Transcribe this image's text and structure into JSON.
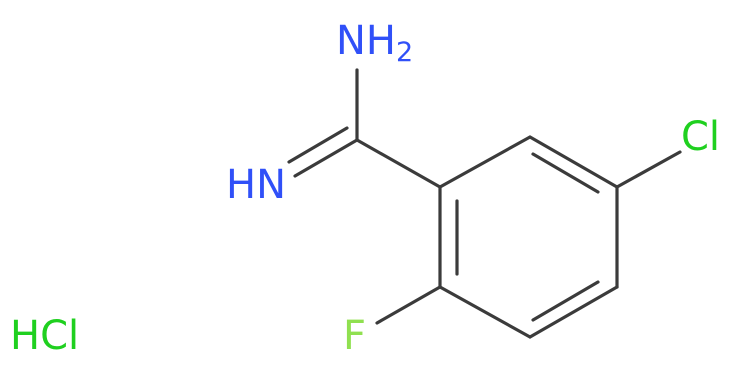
{
  "molecule": {
    "labels": {
      "nh2_main": "NH",
      "nh2_sub": "2",
      "imine": "HN",
      "chlorine": "Cl",
      "fluorine": "F",
      "salt": "HCl"
    },
    "colors": {
      "bond": "#3b3b3b",
      "nitrogen": "#3050f8",
      "chlorine": "#1fd01f",
      "fluorine": "#90e050",
      "salt": "#1fd01f"
    }
  }
}
